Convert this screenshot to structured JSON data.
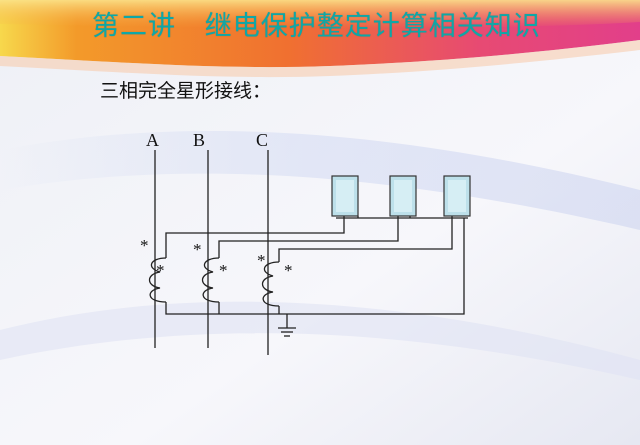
{
  "slide": {
    "title": "第二讲   继电保护整定计算相关知识",
    "subtitle": "三相完全星形接线："
  },
  "diagram": {
    "phases": [
      "A",
      "B",
      "C"
    ],
    "polarity_mark": "*"
  },
  "colors": {
    "title": "#0fa7a7",
    "band_orange": "#f39a2a",
    "band_pink": "#e23f8a",
    "band_yellow": "#f7d84c",
    "relay_fill": "#bde0ea"
  }
}
